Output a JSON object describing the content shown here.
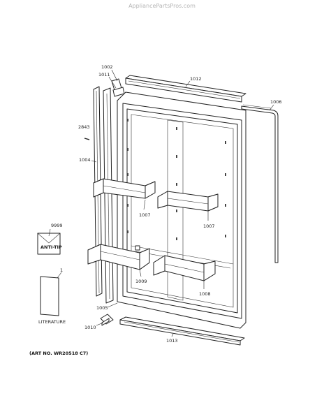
{
  "watermark": "AppliancePartsPros.com",
  "labels": {
    "p1002": "1002",
    "p1011": "1011",
    "p1012": "1012",
    "p1006": "1006",
    "p2843": "2843",
    "p1004": "1004",
    "p1007a": "1007",
    "p1007b": "1007",
    "p9999": "9999",
    "antitip": "ANTI-TIP",
    "p1": "1",
    "p1009": "1009",
    "p1008": "1008",
    "literature": "LITERATURE",
    "p1005": "1005",
    "p1010": "1010",
    "p1013": "1013"
  },
  "caption": "(ART NO. WR20518 C7)"
}
